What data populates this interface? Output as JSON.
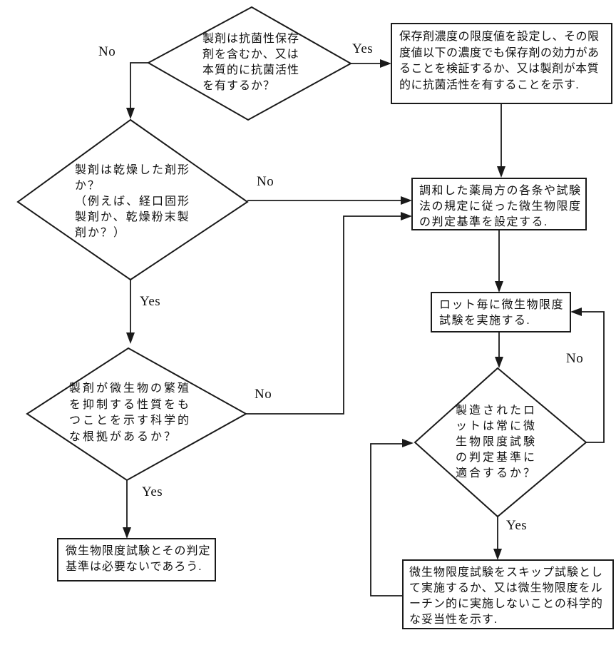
{
  "colors": {
    "ink": "#111111",
    "background": "#ffffff"
  },
  "nodes": {
    "decision_preservative": {
      "type": "decision",
      "text": "製剤は抗菌性保存\n剤を含むか、又は\n本質的に抗菌活性\nを有するか？"
    },
    "process_preservative_limit": {
      "type": "process",
      "text": "保存剤濃度の限度値を設定し、その限\n度値以下の濃度でも保存剤の効力があ\nることを検証するか、又は製剤が本質\n的に抗菌活性を有することを示す."
    },
    "decision_dry_form": {
      "type": "decision",
      "text": "製剤は乾燥した剤形\nか？\n（例えば、経口固形\n製剤か、乾燥粉末製\n剤か？）"
    },
    "process_acceptance_criteria": {
      "type": "process",
      "text": "調和した薬局方の各条や試験\n法の規定に従った微生物限度\nの判定基準を設定する."
    },
    "process_lot_testing": {
      "type": "process",
      "text": "ロット毎に微生物限度\n試験を実施する."
    },
    "decision_lot_conformance": {
      "type": "decision",
      "text": "製造されたロ\nットは常に微\n生物限度試験\nの判定基準に\n適合するか？"
    },
    "decision_growth_inhibition": {
      "type": "decision",
      "text": "製剤が微生物の繁殖\nを抑制する性質をも\nつことを示す科学的\nな根拠があるか？"
    },
    "process_skip_testing": {
      "type": "process",
      "text": "微生物限度試験をスキップ試験とし\nて実施するか、又は微生物限度をル\nーチン的に実施しないことの科学的\nな妥当性を示す."
    },
    "process_no_testing": {
      "type": "process",
      "text": "微生物限度試験とその判定\n基準は必要ないであろう."
    }
  },
  "edge_labels": {
    "no_preservative": "No",
    "yes_preservative": "Yes",
    "no_dry": "No",
    "yes_dry": "Yes",
    "no_inhibition": "No",
    "yes_inhibition": "Yes",
    "no_conformance": "No",
    "yes_conformance": "Yes"
  }
}
